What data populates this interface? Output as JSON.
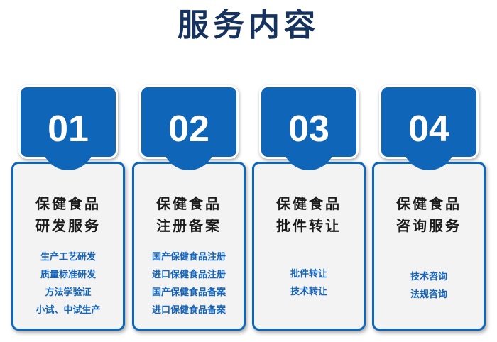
{
  "page": {
    "title": "服务内容"
  },
  "cards": [
    {
      "number": "01",
      "title_lines": [
        "保健食品",
        "研发服务"
      ],
      "items": [
        "生产工艺研发",
        "质量标准研发",
        "方法学验证",
        "小试、中试生产"
      ]
    },
    {
      "number": "02",
      "title_lines": [
        "保健食品",
        "注册备案"
      ],
      "items": [
        "国产保健食品注册",
        "进口保健食品注册",
        "国产保健食品备案",
        "进口保健食品备案"
      ]
    },
    {
      "number": "03",
      "title_lines": [
        "保健食品",
        "批件转让"
      ],
      "items": [
        "批件转让",
        "技术转让"
      ]
    },
    {
      "number": "04",
      "title_lines": [
        "保健食品",
        "咨询服务"
      ],
      "items": [
        "技术咨询",
        "法规咨询"
      ]
    }
  ],
  "colors": {
    "primary_blue": "#0f66b9",
    "title_navy": "#16335f",
    "item_blue": "#1565bd",
    "card_background": "#f3f3f4"
  }
}
